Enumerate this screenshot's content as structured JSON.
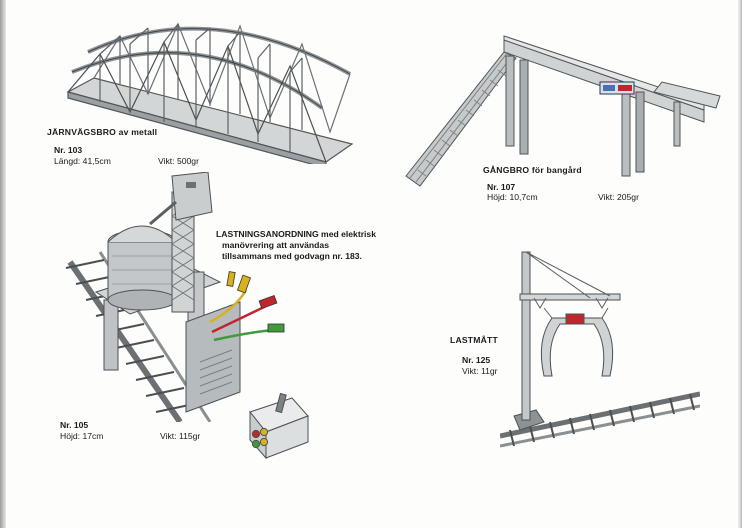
{
  "items": [
    {
      "title": "JÄRNVÄGSBRO",
      "subtitle": "av metall",
      "nr": "Nr. 103",
      "dim_label": "Längd: 41,5cm",
      "weight_label": "Vikt: 500gr"
    },
    {
      "title": "GÅNGBRO",
      "subtitle": "för bangård",
      "nr": "Nr. 107",
      "dim_label": "Höjd: 10,7cm",
      "weight_label": "Vikt: 205gr"
    },
    {
      "title": "LASTNINGSANORDNING",
      "subtitle": "med elektrisk",
      "line2": "manövrering att användas",
      "line3": "tillsammans med godvagn nr. 183.",
      "nr": "Nr. 105",
      "dim_label": "Höjd: 17cm",
      "weight_label": "Vikt: 115gr"
    },
    {
      "title": "LASTMÅTT",
      "nr": "Nr. 125",
      "weight_label": "Vikt: 11gr"
    }
  ],
  "colors": {
    "metal": "#c9cccd",
    "metal_dark": "#6f7476",
    "cable_red": "#c0272d",
    "cable_green": "#3f9a3a",
    "cable_yellow": "#d8b21e"
  }
}
